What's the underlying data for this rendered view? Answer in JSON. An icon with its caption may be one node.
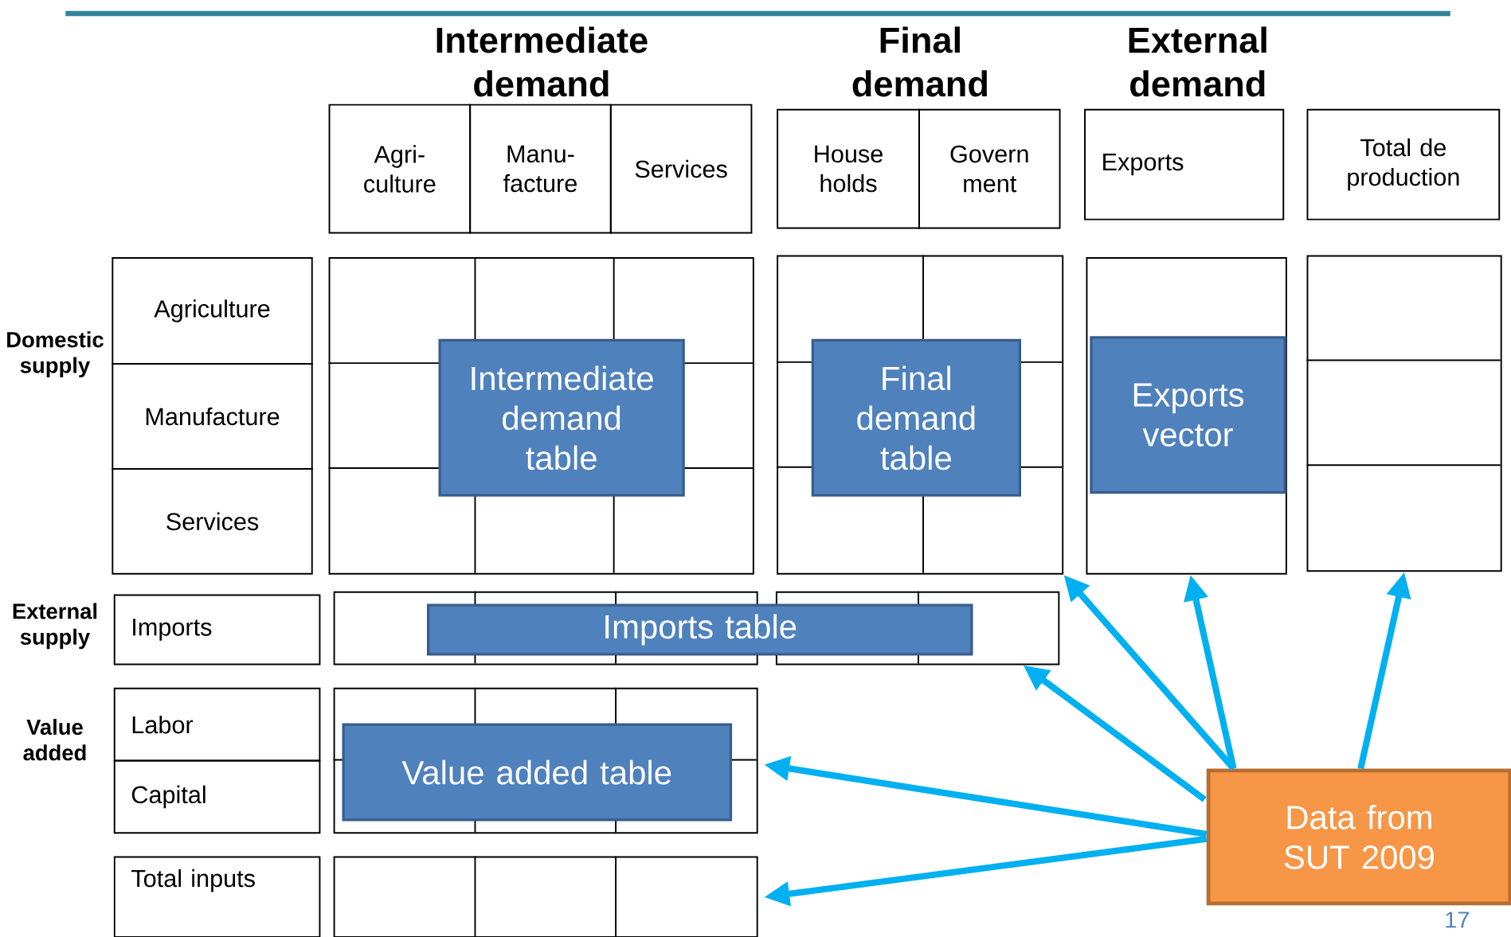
{
  "diagram": {
    "nodes": [
      {
        "text": [
          "Agri- culture"
        ]
      },
      {
        "text": [
          "Manu- facture"
        ]
      },
      {
        "text": [
          "Services"
        ]
      },
      {
        "text": [
          "House holds"
        ]
      },
      {
        "text": [
          "Govern ment"
        ]
      },
      {
        "text": [
          "Exports"
        ]
      },
      {
        "text": [
          "Total de production"
        ]
      },
      {
        "text": [
          "Agriculture"
        ]
      },
      {
        "text": [
          "Manufacture"
        ]
      },
      {
        "text": [
          "Services"
        ]
      },
      {
        "text": [],
        "shape": "box"
      },
      {
        "text": [
          "Intermediate demand table"
        ],
        "in": 10
      },
      {
        "text": [],
        "shape": "box"
      },
      {
        "text": [
          "Final demand table"
        ],
        "in": 12
      },
      {
        "text": [],
        "shape": "box"
      },
      {
        "text": [
          "Exports vector"
        ],
        "in": 14
      },
      {
        "text": [],
        "shape": "box"
      },
      {
        "text": [
          "Imports"
        ]
      },
      {
        "text": [],
        "shape": "box"
      },
      {
        "text": [],
        "shape": "box"
      },
      {
        "text": [
          "Imports table"
        ]
      },
      {
        "text": [
          "Labor"
        ]
      },
      {
        "text": [
          "Capital"
        ]
      },
      {
        "text": [],
        "shape": "box"
      },
      {
        "text": [
          "Value added table"
        ],
        "in": 23
      },
      {
        "text": [
          "Total inputs"
        ]
      },
      {
        "text": [],
        "shape": "box"
      },
      {
        "text": [
          "Data from SUT 2009"
        ]
      }
    ],
    "edges": [
      {
        "from": 27,
        "to": 12,
        "arrow": "to"
      },
      {
        "from": 27,
        "to": 19,
        "arrow": "to"
      },
      {
        "from": 27,
        "to": 14,
        "arrow": "to"
      },
      {
        "from": 27,
        "to": 16,
        "arrow": "to"
      },
      {
        "from": 27,
        "to": 23,
        "arrow": "to"
      },
      {
        "from": 27,
        "to": 26,
        "arrow": "to"
      }
    ],
    "labels": [
      "Intermediate demand",
      "Final demand",
      "External demand",
      "Domestic supply",
      "External supply",
      "Value added",
      "17"
    ]
  }
}
